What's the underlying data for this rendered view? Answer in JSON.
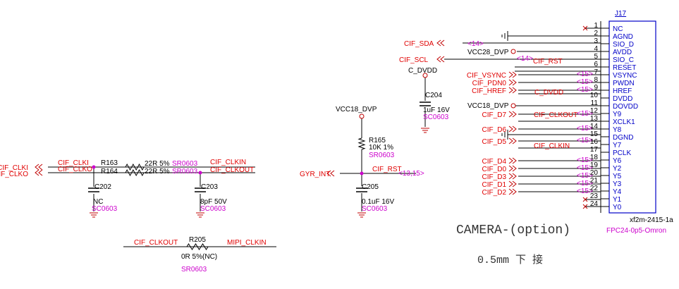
{
  "colors": {
    "net": "#e00000",
    "ref": "#0000c8",
    "pkg": "#cc00cc",
    "wire": "#000000"
  },
  "connector": {
    "ref": "J17",
    "part": "xf2m-2415-1a",
    "footprint": "FPC24-0p5-Omron",
    "pins": [
      {
        "num": "1",
        "name": "NC"
      },
      {
        "num": "2",
        "name": "AGND"
      },
      {
        "num": "3",
        "name": "SIO_D"
      },
      {
        "num": "4",
        "name": "AVDD"
      },
      {
        "num": "5",
        "name": "SIO_C"
      },
      {
        "num": "6",
        "name": "RESET"
      },
      {
        "num": "7",
        "name": "VSYNC"
      },
      {
        "num": "8",
        "name": "PWDN"
      },
      {
        "num": "9",
        "name": "HREF"
      },
      {
        "num": "10",
        "name": "DVDD"
      },
      {
        "num": "11",
        "name": "DOVDD"
      },
      {
        "num": "12",
        "name": "Y9"
      },
      {
        "num": "13",
        "name": "XCLK1"
      },
      {
        "num": "14",
        "name": "Y8"
      },
      {
        "num": "15",
        "name": "DGND"
      },
      {
        "num": "16",
        "name": "Y7"
      },
      {
        "num": "17",
        "name": "PCLK"
      },
      {
        "num": "18",
        "name": "Y6"
      },
      {
        "num": "19",
        "name": "Y2"
      },
      {
        "num": "20",
        "name": "Y5"
      },
      {
        "num": "21",
        "name": "Y3"
      },
      {
        "num": "22",
        "name": "Y4"
      },
      {
        "num": "23",
        "name": "Y1"
      },
      {
        "num": "24",
        "name": "Y0"
      }
    ]
  },
  "signals": {
    "cif_sda": "CIF_SDA",
    "cif_scl": "CIF_SCL",
    "vcc28": "VCC28_DVP",
    "c_dvdd": "C_DVDD",
    "xref14a": "<14>",
    "xref14b": "<14>",
    "cif_rst_j": "CIF_RST",
    "vsync": "CIF_VSYNC",
    "pdn0": "CIF_PDN0",
    "href": "CIF_HREF",
    "c_dvdd2": "C_DVDD",
    "vcc18": "VCC18_DVP",
    "d7": "CIF_D7",
    "clkout": "CIF_CLKOUT",
    "d6": "CIF_D6",
    "d5": "CIF_D5",
    "clkin": "CIF_CLKIN",
    "d4": "CIF_D4",
    "d0": "CIF_D0",
    "d3": "CIF_D3",
    "d1": "CIF_D1",
    "d2": "CIF_D2",
    "x15": "<15>"
  },
  "clk_section": {
    "in_i": "CIF_CLKI",
    "in_o": "CIF_CLKO",
    "out_in": "CIF_CLKIN",
    "out_out": "CIF_CLKOUT",
    "r163": "R163",
    "r164": "R164",
    "r_val_a": "22R 5%",
    "r_val_b": "22R 5%",
    "r_pkg_a": "SR0603",
    "r_pkg_b": "SR0603",
    "c202_ref": "C202",
    "c202_val": "NC",
    "c202_pkg": "SC0603",
    "c203_ref": "C203",
    "c203_val": "8pF 50V",
    "c203_pkg": "SC0603",
    "r205_ref": "R205",
    "r205_val": "0R 5%(NC)",
    "r205_pkg": "SR0603",
    "r205_l": "CIF_CLKOUT",
    "r205_r": "MIPI_CLKIN"
  },
  "reset_section": {
    "vcc": "VCC18_DVP",
    "r165_ref": "R165",
    "r165_val": "10K 1%",
    "r165_pkg": "SR0603",
    "gyr": "GYR_INT",
    "rst": "CIF_RST",
    "xref": "<13,15>",
    "c205_ref": "C205",
    "c205_val": "0.1uF 16V",
    "c205_pkg": "SC0603"
  },
  "c204": {
    "ref": "C204",
    "val": "1uF 16V",
    "pkg": "SC0603"
  },
  "notes": {
    "title": "CAMERA-(option)",
    "sub": "0.5mm  下  接"
  }
}
